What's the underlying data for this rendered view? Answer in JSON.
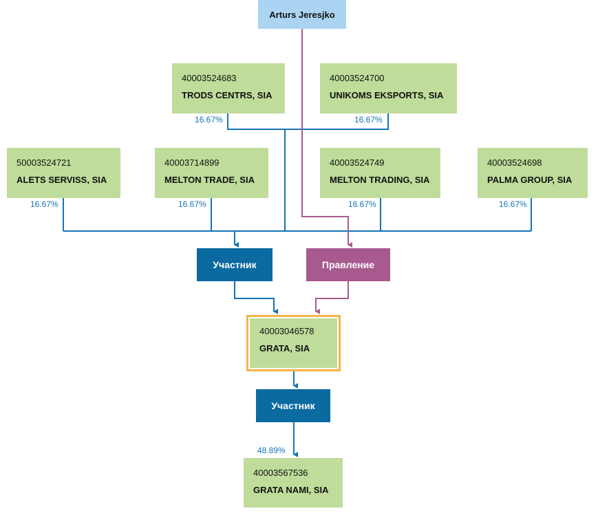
{
  "person": {
    "name": "Arturs Jeresjko"
  },
  "owners": [
    {
      "id": "trods",
      "code": "40003524683",
      "name": "TRODS CENTRS, SIA",
      "share": "16.67%"
    },
    {
      "id": "unikoms",
      "code": "40003524700",
      "name": "UNIKOMS EKSPORTS, SIA",
      "share": "16.67%"
    },
    {
      "id": "alets",
      "code": "50003524721",
      "name": "ALETS SERVISS, SIA",
      "share": "16.67%"
    },
    {
      "id": "melton-trade",
      "code": "40003714899",
      "name": "MELTON TRADE, SIA",
      "share": "16.67%"
    },
    {
      "id": "melton-trading",
      "code": "40003524749",
      "name": "MELTON TRADING, SIA",
      "share": "16.67%"
    },
    {
      "id": "palma",
      "code": "40003524698",
      "name": "PALMA GROUP, SIA",
      "share": "16.67%"
    }
  ],
  "roles": {
    "participant_top": "Участник",
    "board": "Правление",
    "participant_bottom": "Участник"
  },
  "focus_company": {
    "code": "40003046578",
    "name": "GRATA, SIA"
  },
  "subsidiary": {
    "code": "40003567536",
    "name": "GRATA NAMI, SIA",
    "share": "48.89%"
  },
  "colors": {
    "company_fill": "#bfdc9a",
    "person_fill": "#aad4f1",
    "participant_fill": "#0b6aa0",
    "board_fill": "#a85a8f",
    "participant_line": "#1573b6",
    "board_line": "#a85a8f",
    "focus_border": "#f3b447"
  }
}
